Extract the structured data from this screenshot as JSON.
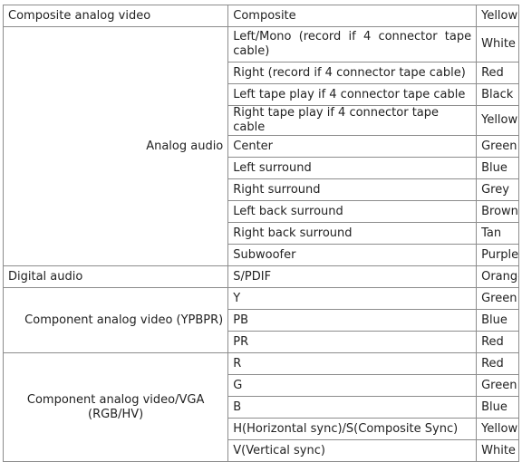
{
  "table": {
    "rows": [
      {
        "group": "Composite analog video",
        "signal": "Composite",
        "color": "Yellow"
      },
      {
        "group": "Analog audio",
        "signal": "Left/Mono (record if 4 connector tape cable)",
        "color": "White"
      },
      {
        "signal": "Right (record if 4 connector tape cable)",
        "color": "Red"
      },
      {
        "signal": "Left tape play if 4 connector tape cable",
        "color": "Black"
      },
      {
        "signal": "Right tape play if 4 connector tape cable",
        "color": "Yellow"
      },
      {
        "signal": "Center",
        "color": "Green"
      },
      {
        "signal": "Left surround",
        "color": "Blue"
      },
      {
        "signal": "Right surround",
        "color": "Grey"
      },
      {
        "signal": "Left back surround",
        "color": "Brown"
      },
      {
        "signal": "Right back surround",
        "color": "Tan"
      },
      {
        "signal": "Subwoofer",
        "color": "Purple"
      },
      {
        "group": "Digital audio",
        "signal": "S/PDIF",
        "color": "Orange"
      },
      {
        "group": "Component analog video (YPBPR)",
        "signal": "Y",
        "color": "Green"
      },
      {
        "signal": "PB",
        "color": "Blue"
      },
      {
        "signal": "PR",
        "color": "Red"
      },
      {
        "group": "Component analog video/VGA (RGB/HV)",
        "signal": "R",
        "color": "Red"
      },
      {
        "signal": "G",
        "color": "Green"
      },
      {
        "signal": "B",
        "color": "Blue"
      },
      {
        "signal": "H(Horizontal sync)/S(Composite Sync)",
        "color": "Yellow"
      },
      {
        "signal": "V(Vertical sync)",
        "color": "White"
      }
    ]
  }
}
